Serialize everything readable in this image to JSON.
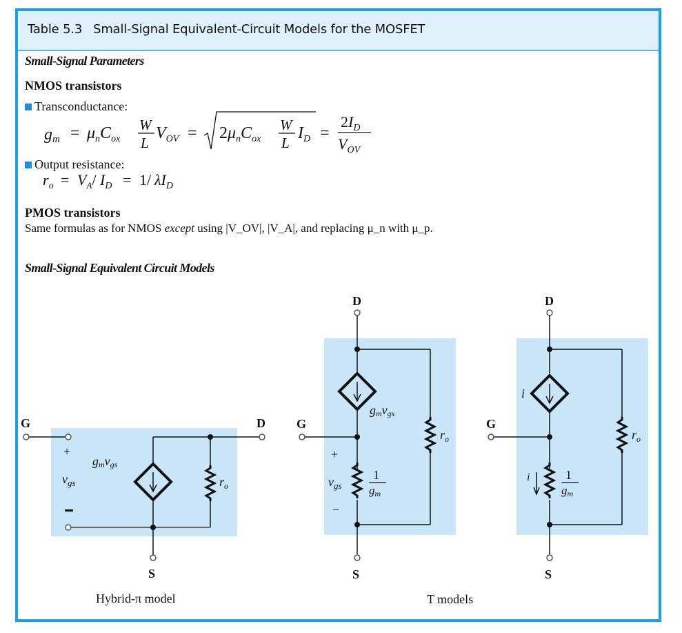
{
  "header": {
    "table_number": "Table 5.3",
    "title": "Small-Signal Equivalent-Circuit Models for the MOSFET"
  },
  "colors": {
    "border": "#1aa0e6",
    "header_bg": "#dff0fb",
    "circuit_bg": "#c8e6f8",
    "bullet": "#1a8fd6"
  },
  "parameters": {
    "section_title": "Small-Signal Parameters",
    "nmos": {
      "title": "NMOS transistors",
      "transconductance_label": "Transconductance:",
      "transconductance_formula": {
        "lhs": "g_m",
        "term1": "μ_n C_ox (W/L) V_OV",
        "term2": "sqrt(2 μ_n C_ox (W/L) I_D)",
        "term3": "2 I_D / V_OV"
      },
      "output_resistance_label": "Output resistance:",
      "output_resistance_formula": "r_o = V_A / I_D = 1/λI_D"
    },
    "pmos": {
      "title": "PMOS transistors",
      "text_prefix": "Same formulas as for NMOS ",
      "text_emphasis": "except",
      "text_suffix": " using |V_OV|, |V_A|, and replacing μ_n with μ_p."
    }
  },
  "models": {
    "section_title": "Small-Signal Equivalent Circuit Models",
    "hybrid_pi": {
      "caption": "Hybrid-π model",
      "terminals": {
        "gate": "G",
        "drain": "D",
        "source": "S"
      },
      "source_label": "g_m v_gs",
      "control_label": "v_gs",
      "plus": "+",
      "minus": "−",
      "resistor_label": "r_o"
    },
    "t_models": {
      "caption": "T models",
      "model_a": {
        "terminals": {
          "gate": "G",
          "drain": "D",
          "source": "S"
        },
        "source_label": "g_m v_gs",
        "control_label": "v_gs",
        "plus": "+",
        "minus": "−",
        "resistor_label": "r_o",
        "series_resistor_label": "1/g_m"
      },
      "model_b": {
        "terminals": {
          "gate": "G",
          "drain": "D",
          "source": "S"
        },
        "source_label": "i",
        "current_label": "i",
        "resistor_label": "r_o",
        "series_resistor_label": "1/g_m"
      }
    }
  }
}
